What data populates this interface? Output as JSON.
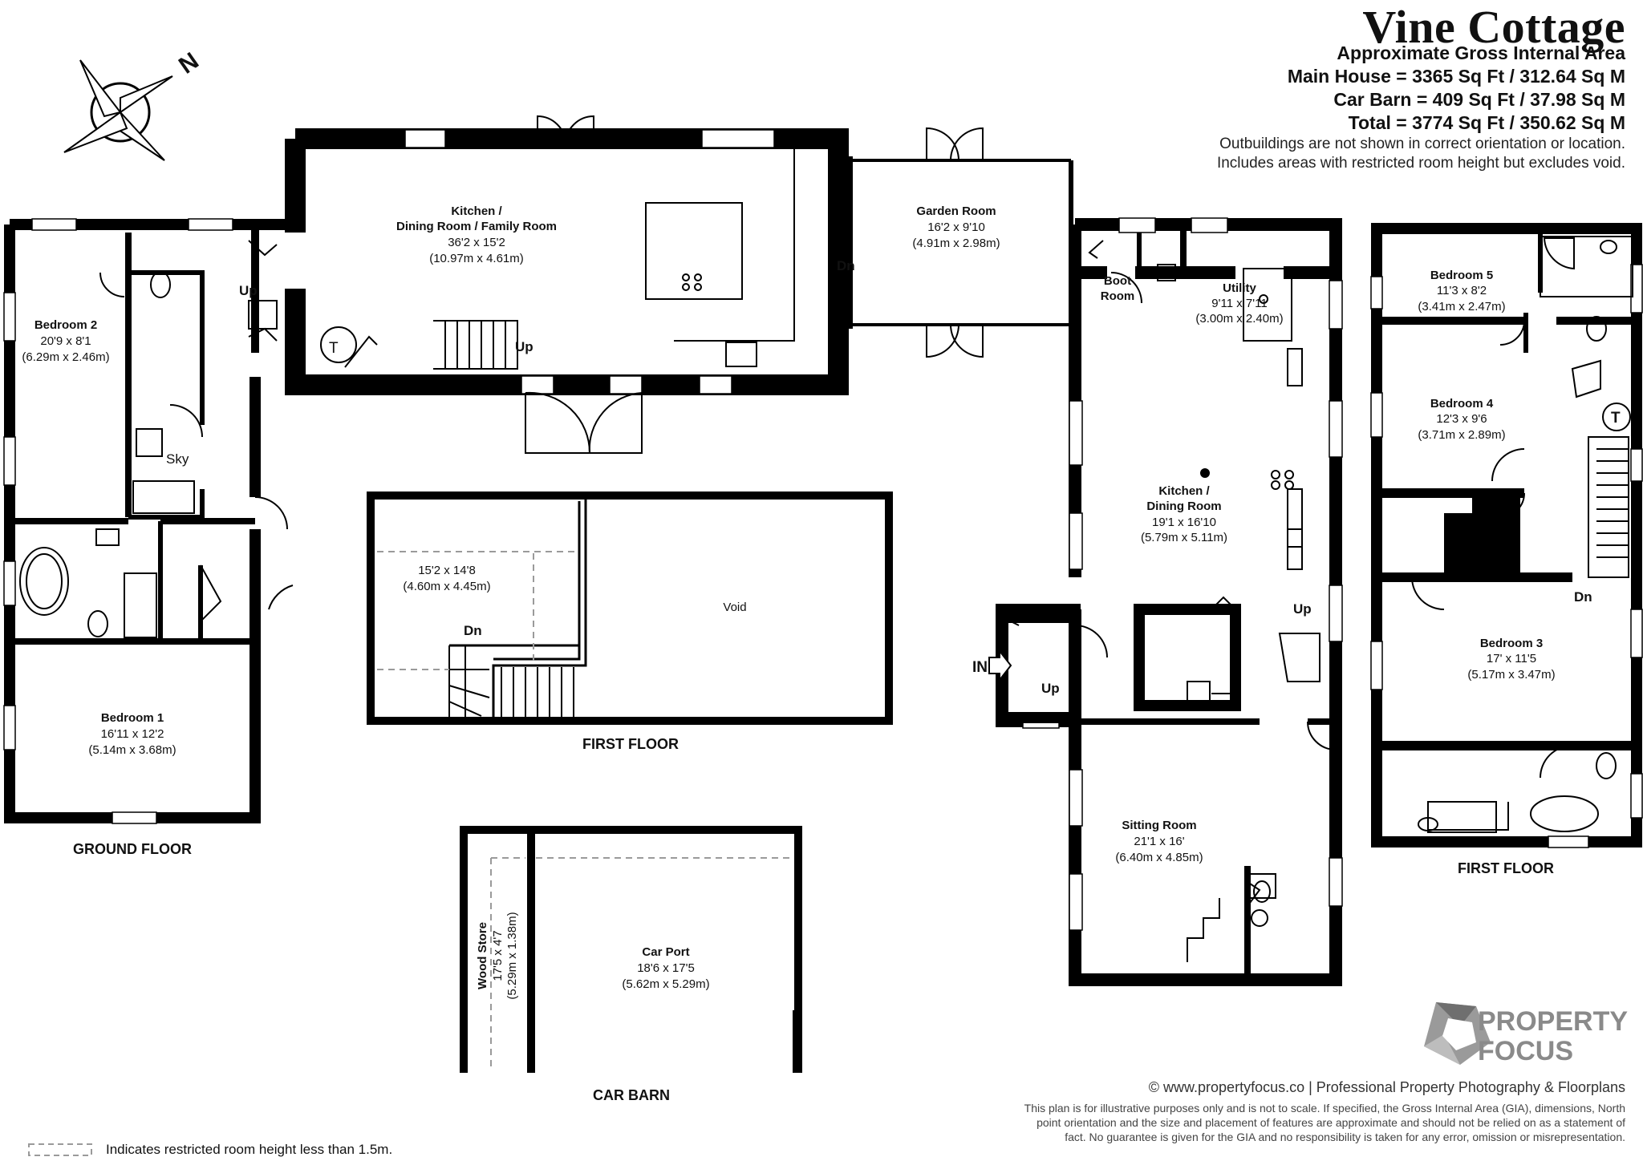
{
  "header": {
    "title": "Vine Cottage",
    "subtitle": "Approximate Gross Internal Area",
    "lines": [
      "Main House = 3365 Sq Ft / 312.64 Sq M",
      "Car Barn = 409 Sq Ft / 37.98 Sq M",
      "Total = 3774 Sq Ft / 350.62 Sq M"
    ],
    "notes": [
      "Outbuildings are not shown in correct orientation or location.",
      "Includes areas with restricted room height but excludes void."
    ]
  },
  "compass": {
    "label": "N"
  },
  "floor_labels": {
    "ground": "GROUND FLOOR",
    "first_mid": "FIRST FLOOR",
    "first_right": "FIRST FLOOR",
    "barn": "CAR BARN"
  },
  "rooms": {
    "kitchen_family": {
      "name1": "Kitchen /",
      "name2": "Dining Room / Family Room",
      "dims": "36'2 x 15'2",
      "metric": "(10.97m x 4.61m)"
    },
    "garden_room": {
      "name": "Garden Room",
      "dims": "16'2 x 9'10",
      "metric": "(4.91m x 2.98m)"
    },
    "bedroom2": {
      "name": "Bedroom 2",
      "dims": "20'9 x 8'1",
      "metric": "(6.29m x 2.46m)"
    },
    "bedroom1": {
      "name": "Bedroom 1",
      "dims": "16'11 x 12'2",
      "metric": "(5.14m x 3.68m)"
    },
    "boot_room": {
      "name1": "Boot",
      "name2": "Room"
    },
    "utility": {
      "name": "Utility",
      "dims": "9'11 x 7'11",
      "metric": "(3.00m x 2.40m)"
    },
    "kitchen_dining": {
      "name1": "Kitchen /",
      "name2": "Dining Room",
      "dims": "19'1 x 16'10",
      "metric": "(5.79m x 5.11m)"
    },
    "sitting_room": {
      "name": "Sitting Room",
      "dims": "21'1 x 16'",
      "metric": "(6.40m x 4.85m)"
    },
    "first_mid_room": {
      "dims": "15'2 x 14'8",
      "metric": "(4.60m x 4.45m)"
    },
    "void": {
      "name": "Void"
    },
    "bedroom5": {
      "name": "Bedroom 5",
      "dims": "11'3 x 8'2",
      "metric": "(3.41m x 2.47m)"
    },
    "bedroom4": {
      "name": "Bedroom 4",
      "dims": "12'3 x 9'6",
      "metric": "(3.71m x 2.89m)"
    },
    "bedroom3": {
      "name": "Bedroom 3",
      "dims": "17' x 11'5",
      "metric": "(5.17m x 3.47m)"
    },
    "car_port": {
      "name": "Car Port",
      "dims": "18'6 x 17'5",
      "metric": "(5.62m x 5.29m)"
    },
    "wood_store": {
      "name": "Wood Store",
      "dims": "17'5 x 4'7",
      "metric": "(5.29m x 1.38m)"
    }
  },
  "markers": {
    "up": "Up",
    "dn": "Dn",
    "in": "IN",
    "sky": "Sky",
    "tank": "T"
  },
  "brand": {
    "line1": "PROPERTY",
    "line2": "FOCUS",
    "color": "#8a8a8a"
  },
  "footer": {
    "website": "© www.propertyfocus.co | Professional Property Photography & Floorplans",
    "disclaimer1": "This plan is for illustrative purposes only and is not to scale. If specified, the Gross Internal Area (GIA), dimensions, North",
    "disclaimer2": "point orientation and the size and placement of features are approximate and should not be relied on as a statement of",
    "disclaimer3": "fact. No guarantee is given for the GIA and no responsibility is taken for any error, omission or misrepresentation.",
    "legend": "Indicates restricted room height less than 1.5m."
  },
  "colors": {
    "wall": "#000000",
    "dashed": "#9a9a9a",
    "text": "#111111"
  }
}
